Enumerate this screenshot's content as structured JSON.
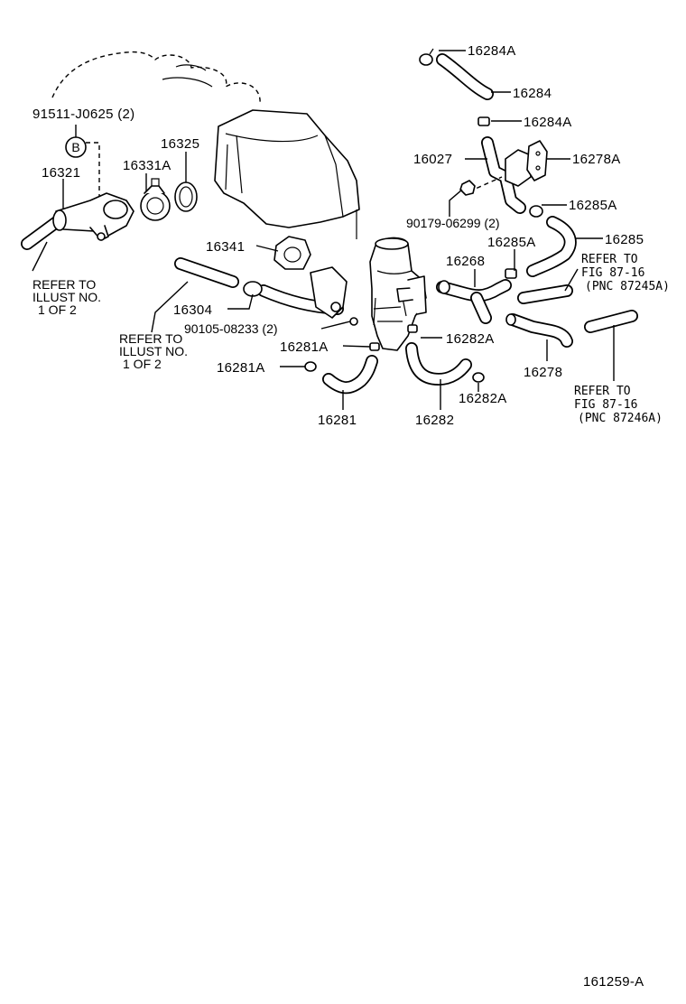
{
  "labels": {
    "l91511": "91511-J0625 (2)",
    "lB": "B",
    "l16325": "16325",
    "l16321": "16321",
    "l16331A": "16331A",
    "lrefer1a": "REFER TO",
    "lrefer1b": "ILLUST NO.",
    "lrefer1c": "1 OF 2",
    "l16341": "16341",
    "l16304": "16304",
    "l90105": "90105-08233 (2)",
    "lrefer2a": "REFER TO",
    "lrefer2b": "ILLUST NO.",
    "lrefer2c": "1 OF 2",
    "l16281A_1": "16281A",
    "l16281A_2": "16281A",
    "l16281": "16281",
    "l16282": "16282",
    "l16282A_1": "16282A",
    "l16282A_2": "16282A",
    "l16284A_1": "16284A",
    "l16284": "16284",
    "l16284A_2": "16284A",
    "l16027": "16027",
    "l16278A": "16278A",
    "l90179": "90179-06299 (2)",
    "l16285A_1": "16285A",
    "l16285": "16285",
    "l16285A_2": "16285A",
    "l16268": "16268",
    "lrefer3a": "REFER TO",
    "lrefer3b": "FIG 87-16",
    "lrefer3c": "(PNC 87245A)",
    "l16278": "16278",
    "lrefer4a": "REFER TO",
    "lrefer4b": "FIG 87-16",
    "lrefer4c": "(PNC 87246A)",
    "lfig": "161259-A"
  }
}
